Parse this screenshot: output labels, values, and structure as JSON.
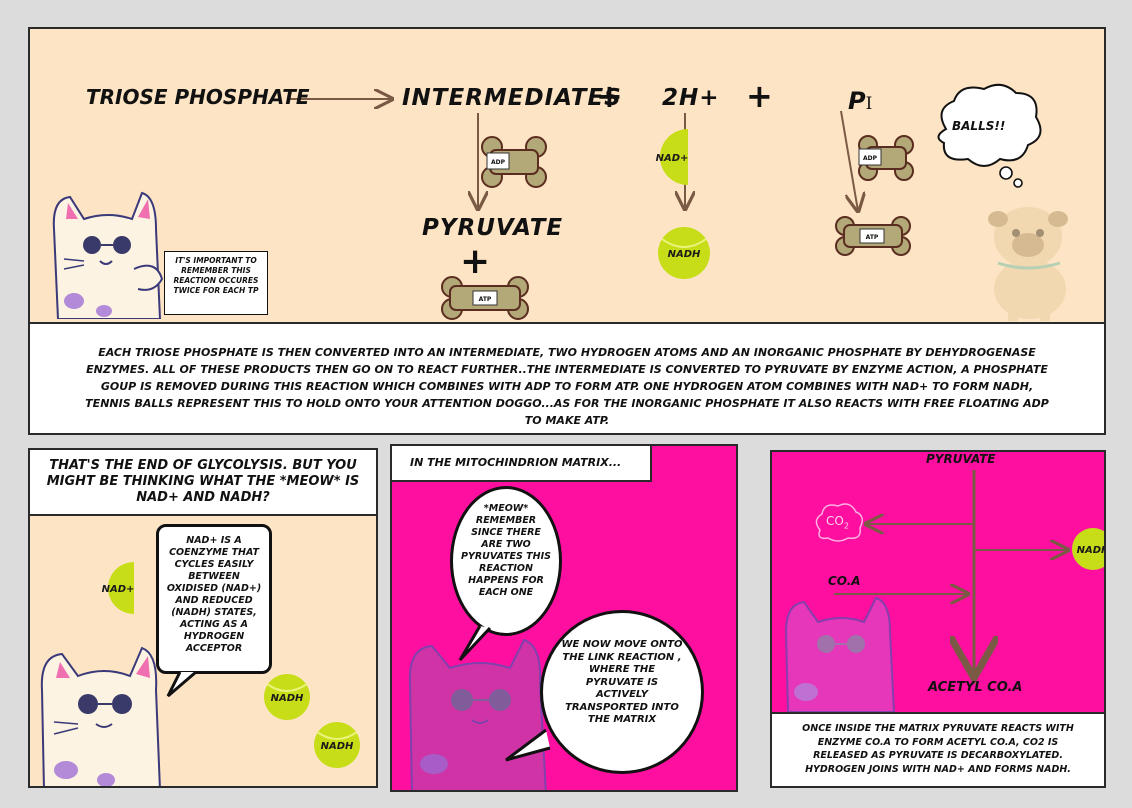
{
  "top_panel": {
    "triose_phosphate": "TRIOSE PHOSPHATE",
    "intermediates": "INTERMEDIATES",
    "plus": "+",
    "two_h": "2H+",
    "pi_base": "P",
    "pi_sub": "I",
    "pyruvate": "PYRUVATE",
    "adp": "ADP",
    "atp": "ATP",
    "nad_plus": "NAD+",
    "nadh": "NADH",
    "balls_bubble": "BALLS!!",
    "cat_note": "IT'S IMPORTANT TO REMEMBER THIS REACTION OCCURES TWICE FOR EACH TP",
    "caption": "EACH TRIOSE PHOSPHATE IS THEN CONVERTED INTO AN INTERMEDIATE, TWO HYDROGEN ATOMS AND AN INORGANIC PHOSPHATE BY DEHYDROGENASE ENZYMES. ALL OF THESE PRODUCTS THEN GO ON TO REACT FURTHER..THE INTERMEDIATE IS CONVERTED TO PYRUVATE BY ENZYME ACTION, A PHOSPHATE GOUP IS REMOVED DURING THIS REACTION WHICH COMBINES WITH ADP TO FORM ATP. ONE HYDROGEN ATOM COMBINES WITH NAD+ TO FORM NADH, TENNIS BALLS REPRESENT THIS TO HOLD ONTO YOUR ATTENTION DOGGO...AS FOR THE INORGANIC PHOSPHATE IT ALSO REACTS WITH FREE FLOATING ADP TO MAKE ATP."
  },
  "panel_left": {
    "header": "THAT'S THE END OF GLYCOLYSIS. BUT YOU MIGHT BE THINKING WHAT THE *MEOW* IS NAD+ AND NADH?",
    "bubble": "NAD+ IS A COENZYME THAT CYCLES EASILY BETWEEN OXIDISED (NAD+) AND REDUCED (NADH) STATES, ACTING AS A HYDROGEN ACCEPTOR",
    "nad_plus": "NAD+",
    "nadh": "NADH"
  },
  "panel_middle": {
    "header": "IN THE MITOCHINDRION MATRIX...",
    "bubble_top": "*MEOW* REMEMBER SINCE THERE ARE TWO PYRUVATES THIS REACTION HAPPENS FOR EACH ONE",
    "bubble_bottom": "WE NOW MOVE ONTO THE LINK REACTION , WHERE THE PYRUVATE IS ACTIVELY TRANSPORTED INTO THE MATRIX"
  },
  "panel_right": {
    "pyruvate": "PYRUVATE",
    "co2": "CO",
    "co2_sub": "2",
    "nadh": "NADH",
    "coa": "CO.A",
    "acetyl_coa": "ACETYL CO.A",
    "caption": "ONCE INSIDE THE MATRIX PYRUVATE REACTS WITH ENZYME CO.A TO FORM ACETYL CO.A, CO2 IS RELEASED AS PYRUVATE IS DECARBOXYLATED. HYDROGEN JOINS WITH NAD+ AND FORMS NADH."
  },
  "colors": {
    "cream": "#fde4c4",
    "magenta": "#ff0fa0",
    "ball": "#c6dd18",
    "bone": "#b3a877",
    "arrow": "#7a5a44"
  }
}
